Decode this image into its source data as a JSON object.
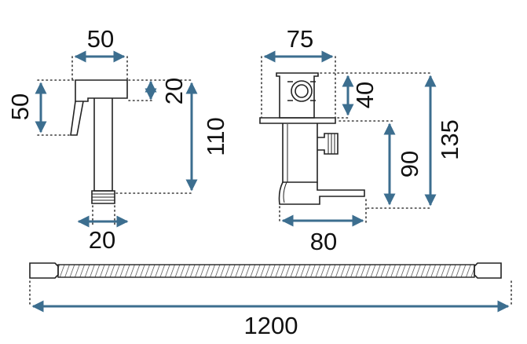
{
  "colors": {
    "dimension": "#3c6e8f",
    "outline": "#222222",
    "text": "#111111",
    "background": "#ffffff"
  },
  "dimensions": {
    "sprayer_width": "50",
    "sprayer_height": "50",
    "sprayer_head_height": "20",
    "sprayer_length": "110",
    "sprayer_thread": "20",
    "valve_width": "75",
    "valve_top": "40",
    "valve_height": "135",
    "valve_outlet_height": "90",
    "valve_depth": "80",
    "hose_length": "1200"
  }
}
